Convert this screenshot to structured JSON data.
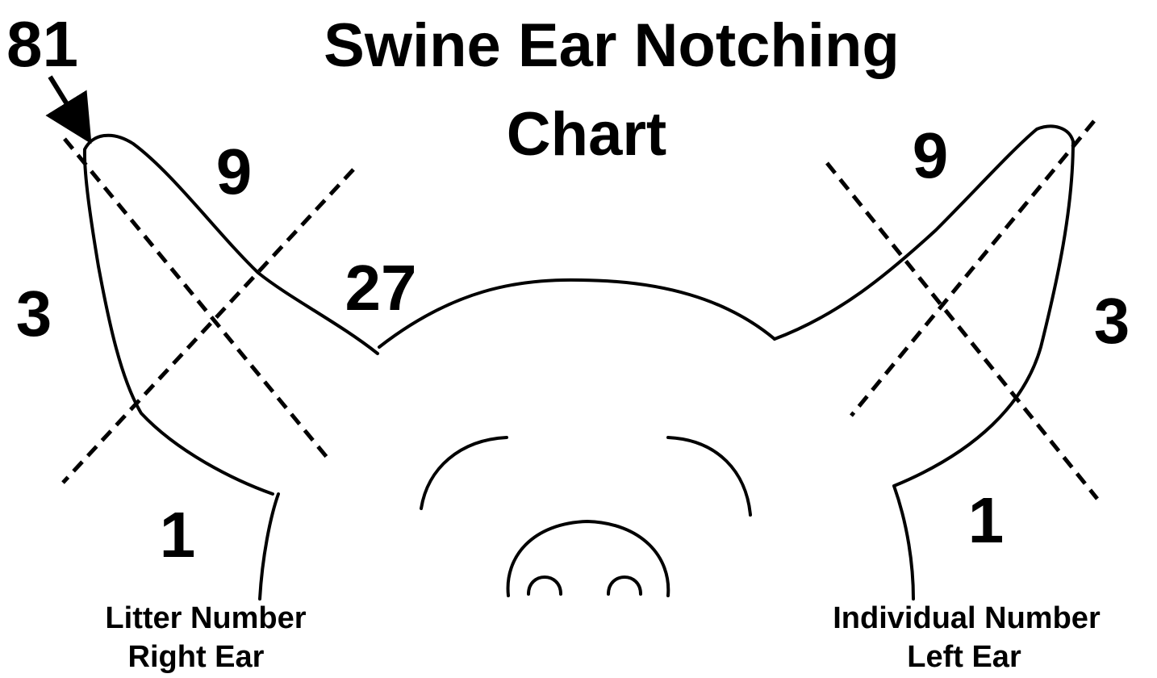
{
  "title": {
    "line1": "Swine Ear Notching",
    "line2": "Chart"
  },
  "right_ear": {
    "tip_value": "81",
    "upper_value": "9",
    "inner_value": "27",
    "outer_value": "3",
    "lower_value": "1",
    "caption_line1": "Litter Number",
    "caption_line2": "Right Ear"
  },
  "left_ear": {
    "upper_value": "9",
    "outer_value": "3",
    "lower_value": "1",
    "caption_line1": "Individual Number",
    "caption_line2": "Left Ear"
  },
  "colors": {
    "ink": "#000000",
    "paper": "#ffffff"
  }
}
